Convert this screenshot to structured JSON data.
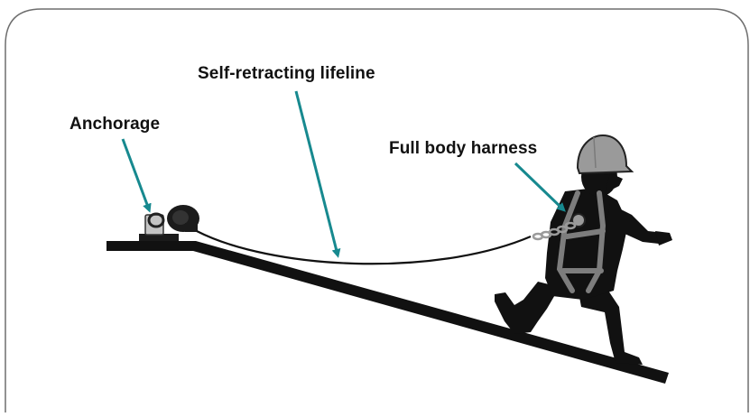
{
  "labels": {
    "anchorage": "Anchorage",
    "self_retracting_lifeline": "Self-retracting lifeline",
    "full_body_harness": "Full body harness"
  },
  "colors": {
    "frame": "#6e6e6e",
    "pointer_arrow": "#17898f",
    "silhouette": "#111111",
    "helmet": "#9a9a9a",
    "harness_webbing": "#7d7d7d",
    "anchor_bracket": "#c4c4c4",
    "background": "#ffffff"
  }
}
